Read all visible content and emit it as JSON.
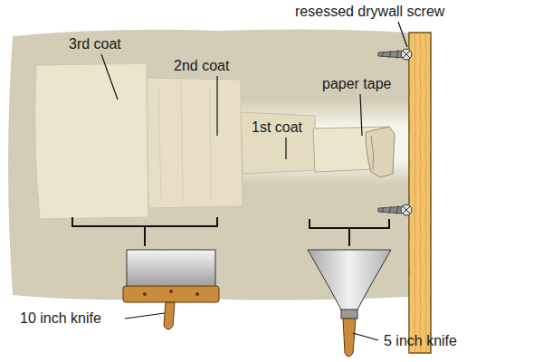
{
  "diagram": {
    "labels": [
      "resessed drywall screw",
      "3rd coat",
      "2nd coat",
      "1st coat",
      "paper tape",
      "10 inch knife",
      "5 inch knife"
    ]
  }
}
